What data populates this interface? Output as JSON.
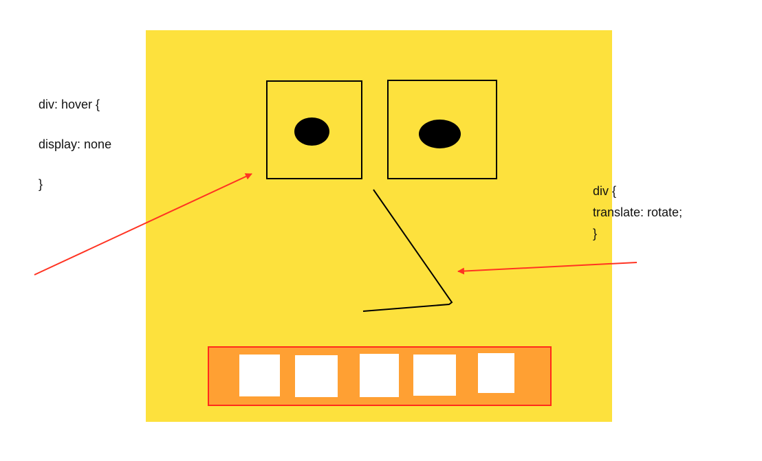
{
  "colors": {
    "face": "#fde13d",
    "mouth": "#ffa033",
    "mouth_border": "#ff2a1a",
    "arrow": "#ff3322",
    "line": "#000000"
  },
  "left_note": {
    "line1": "div: hover {",
    "line2": "display: none",
    "line3": "}"
  },
  "right_note": {
    "line1": "div {",
    "line2": "translate: rotate;",
    "line3": "}"
  },
  "icons": [
    "left-eye-icon",
    "right-eye-icon",
    "nose-icon",
    "arrow-icon"
  ]
}
